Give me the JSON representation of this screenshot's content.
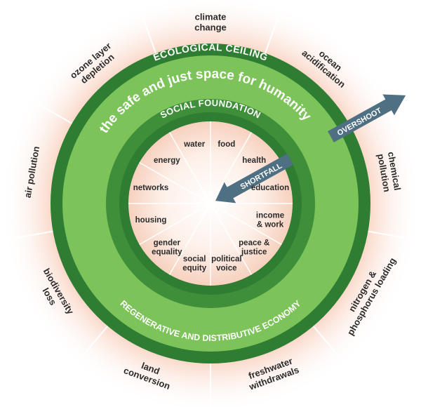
{
  "colors": {
    "dark_green": "#2e7d32",
    "ring_green": "#4a9e3c",
    "mid_green": "#7cc35a",
    "light_green": "#8fcf63",
    "arrow_gray": "#4f6f82",
    "glow": "#f6b89d"
  },
  "rings": {
    "ecological_ceiling": "ECOLOGICAL CEILING",
    "safe_space": "the safe and just space for humanity",
    "social_foundation": "SOCIAL FOUNDATION",
    "economy": "REGENERATIVE AND DISTRIBUTIVE ECONOMY"
  },
  "arrows": {
    "overshoot": "OVERSHOOT",
    "shortfall": "SHORTFALL"
  },
  "outer": [
    {
      "lines": [
        "climate",
        "change"
      ]
    },
    {
      "lines": [
        "ocean",
        "acidification"
      ]
    },
    {
      "lines": [
        "chemical",
        "pollution"
      ]
    },
    {
      "lines": [
        "nitrogen &",
        "phosphorus loading"
      ]
    },
    {
      "lines": [
        "freshwater",
        "withdrawals"
      ]
    },
    {
      "lines": [
        "land",
        "conversion"
      ]
    },
    {
      "lines": [
        "biodiversity",
        "loss"
      ]
    },
    {
      "lines": [
        "air pollution"
      ]
    },
    {
      "lines": [
        "ozone layer",
        "depletion"
      ]
    }
  ],
  "inner": [
    {
      "lines": [
        "food"
      ]
    },
    {
      "lines": [
        "health"
      ]
    },
    {
      "lines": [
        "education"
      ]
    },
    {
      "lines": [
        "income",
        "& work"
      ]
    },
    {
      "lines": [
        "peace &",
        "justice"
      ]
    },
    {
      "lines": [
        "political",
        "voice"
      ]
    },
    {
      "lines": [
        "social",
        "equity"
      ]
    },
    {
      "lines": [
        "gender",
        "equality"
      ]
    },
    {
      "lines": [
        "housing"
      ]
    },
    {
      "lines": [
        "networks"
      ]
    },
    {
      "lines": [
        "energy"
      ]
    },
    {
      "lines": [
        "water"
      ]
    }
  ]
}
